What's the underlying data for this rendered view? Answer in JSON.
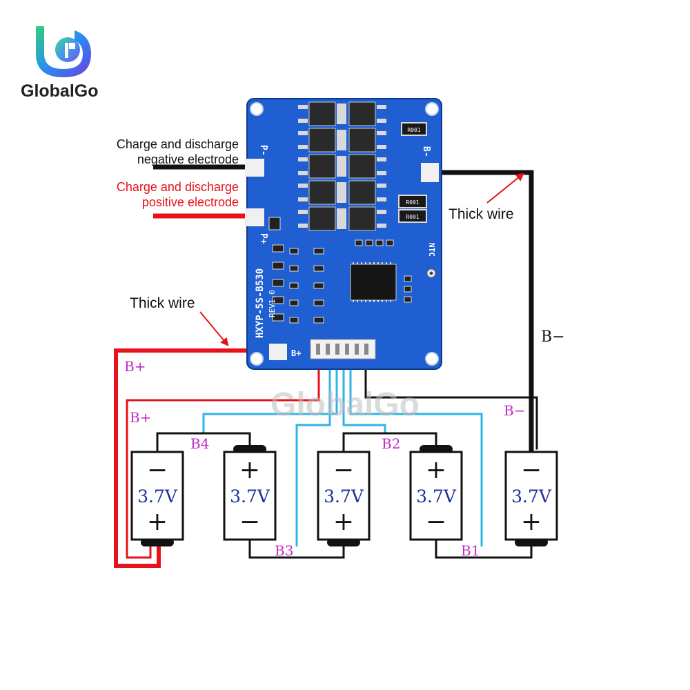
{
  "brand": {
    "name": "GlobalGo",
    "watermark": "GlobalGo"
  },
  "colors": {
    "pcb": "#1f5fd1",
    "wire_black": "#111111",
    "wire_red": "#e8101a",
    "wire_cyan": "#2fb4e6",
    "label_magenta": "#c02cc7",
    "text_red": "#e8101a",
    "voltage_blue": "#1e2f9a"
  },
  "board": {
    "model": "HXYP-5S-B530",
    "revision": "REV1.0",
    "pad_p_minus": "P-",
    "pad_p_plus": "P+",
    "pad_b_minus": "B-",
    "pad_b_plus": "B+",
    "ntc": "NTC",
    "resistor_1": "R001",
    "resistor_2": "R001",
    "resistor_3": "R001"
  },
  "annotations": {
    "neg_line1": "Charge and discharge",
    "neg_line2": "negative electrode",
    "pos_line1": "Charge and discharge",
    "pos_line2": "positive electrode",
    "thick_wire_right": "Thick wire",
    "thick_wire_left": "Thick wire"
  },
  "wire_labels": {
    "b_plus_top": "B+",
    "b_plus_bottom": "B+",
    "b_minus_vertical": "B−",
    "b_minus_lower": "B−",
    "b1": "B1",
    "b2": "B2",
    "b3": "B3",
    "b4": "B4"
  },
  "cells": [
    {
      "voltage": "3.7V",
      "top_sign": "−",
      "bottom_sign": "+"
    },
    {
      "voltage": "3.7V",
      "top_sign": "+",
      "bottom_sign": "−"
    },
    {
      "voltage": "3.7V",
      "top_sign": "−",
      "bottom_sign": "+"
    },
    {
      "voltage": "3.7V",
      "top_sign": "+",
      "bottom_sign": "−"
    },
    {
      "voltage": "3.7V",
      "top_sign": "−",
      "bottom_sign": "+"
    }
  ]
}
